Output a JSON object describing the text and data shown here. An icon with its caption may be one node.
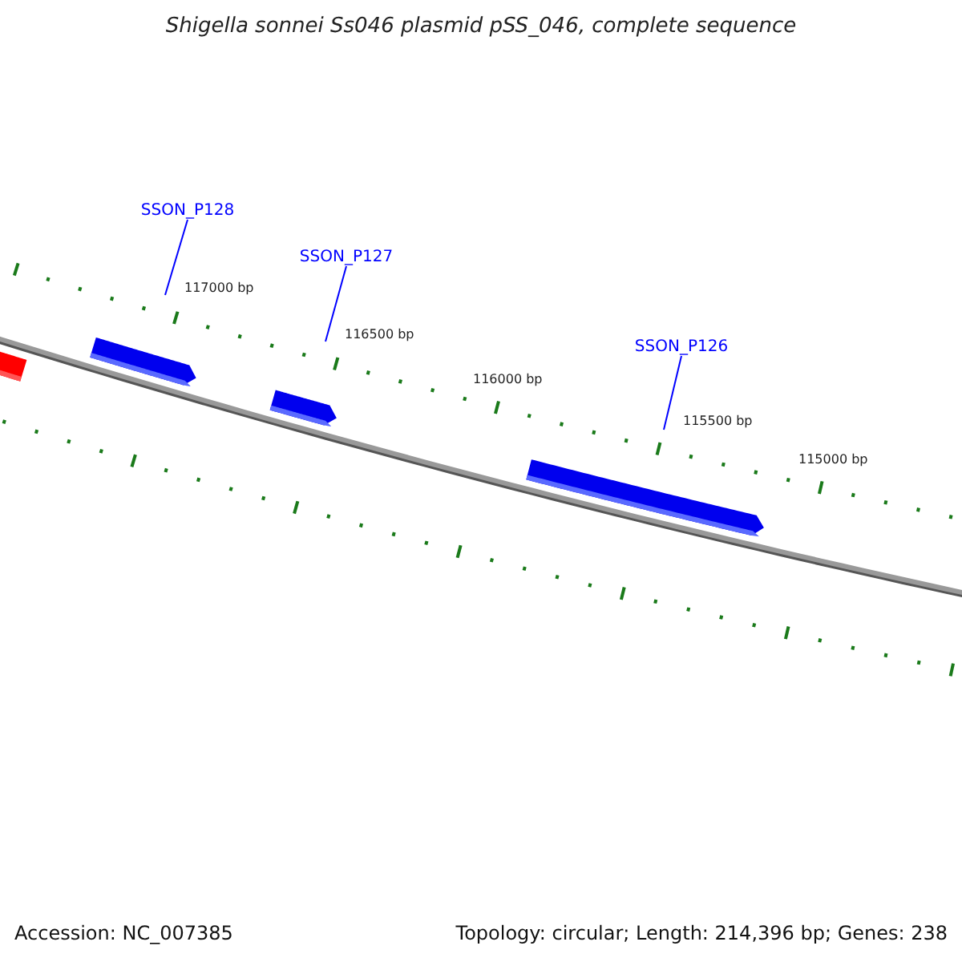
{
  "diagram": {
    "title": "Shigella sonnei Ss046 plasmid pSS_046, complete sequence",
    "nodes": [
      {
        "text": [
          "SSON_P128"
        ]
      },
      {
        "text": [
          "SSON_P127"
        ]
      },
      {
        "text": [
          "SSON_P126"
        ]
      }
    ],
    "edges": [
      {
        "from": 0,
        "to": null,
        "arrow": "none",
        "color": "#0000ff"
      },
      {
        "from": 1,
        "to": null,
        "arrow": "none",
        "color": "#0000ff"
      },
      {
        "from": 2,
        "to": null,
        "arrow": "none",
        "color": "#0000ff"
      }
    ],
    "labels": [
      "117000 bp",
      "116500 bp",
      "116000 bp",
      "115500 bp",
      "115000 bp",
      "Accession: NC_007385",
      "Topology: circular; Length: 214,396 bp; Genes: 238"
    ]
  }
}
